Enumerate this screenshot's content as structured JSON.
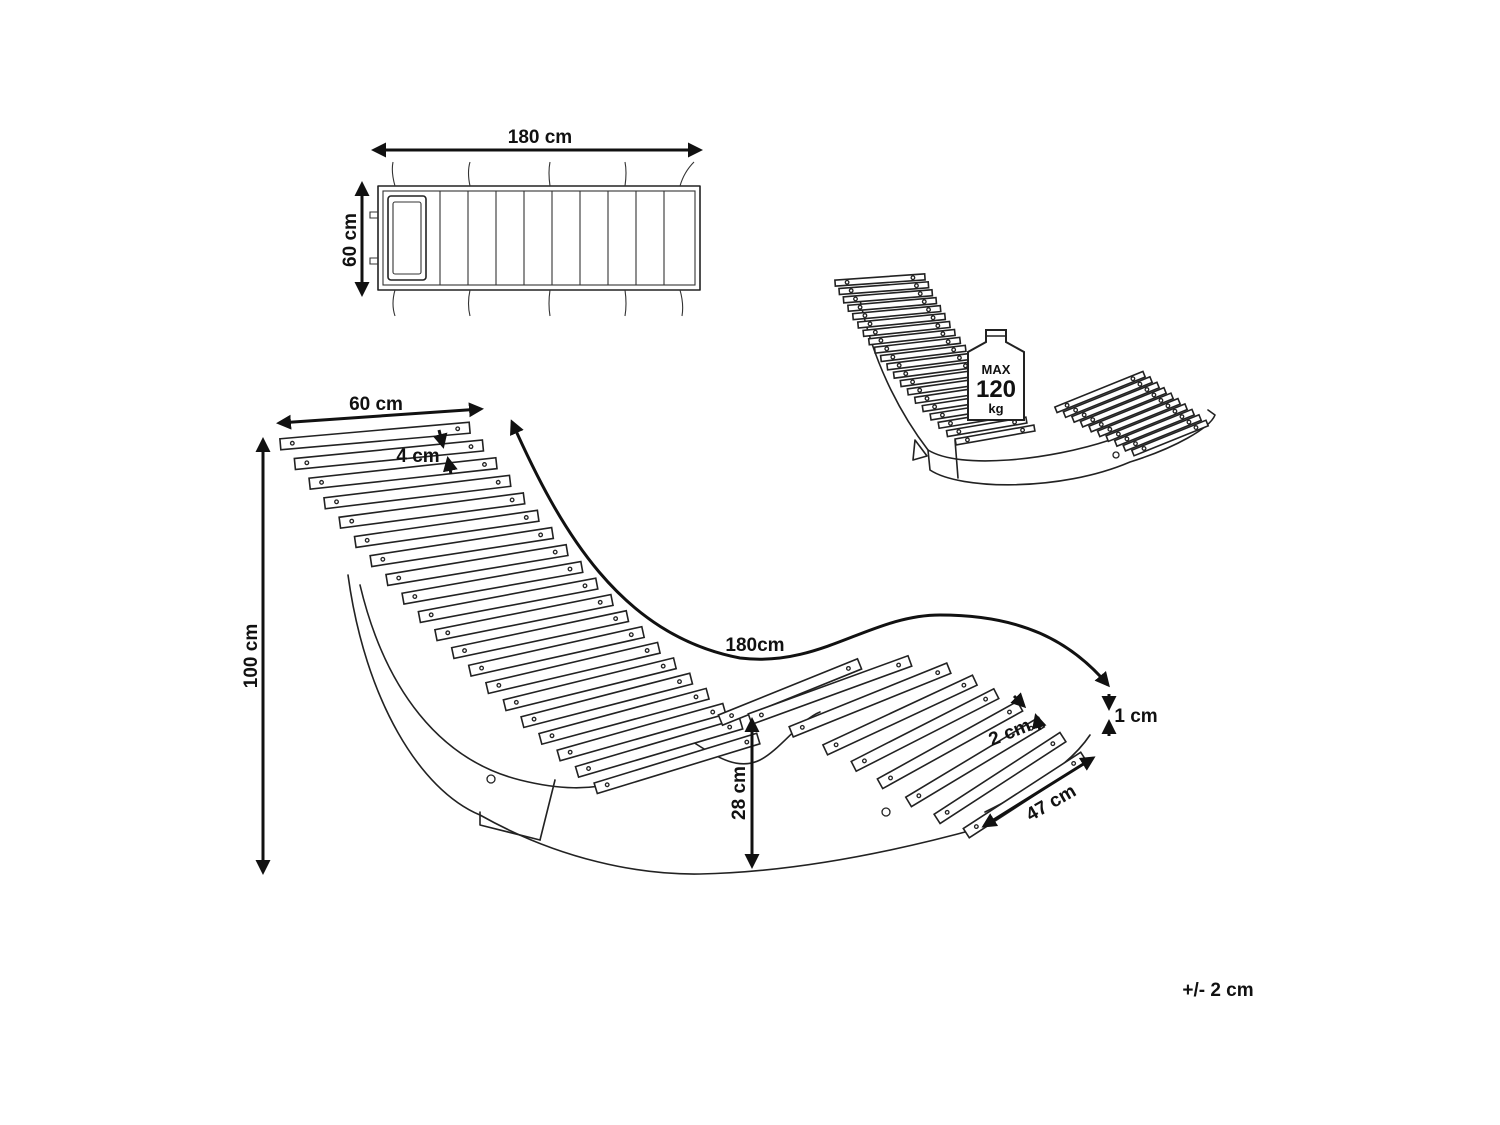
{
  "cushion": {
    "length_label": "180 cm",
    "width_label": "60 cm"
  },
  "lounger": {
    "width_label": "60 cm",
    "slat_width_label": "4 cm",
    "length_label": "180cm",
    "height_label": "100 cm",
    "clearance_label": "28 cm",
    "slat_gap_label": "2 cm",
    "slat_thickness_label": "1 cm",
    "foot_width_label": "47 cm"
  },
  "load_badge": {
    "line1": "MAX",
    "line2": "120",
    "line3": "kg"
  },
  "tolerance_label": "+/- 2 cm"
}
